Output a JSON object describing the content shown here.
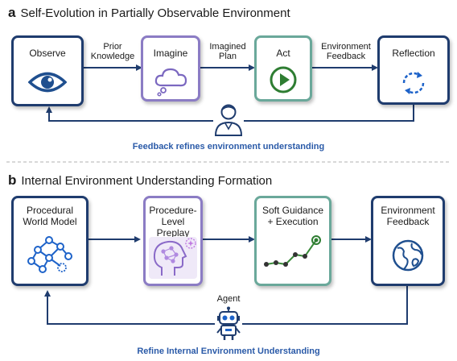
{
  "section_a": {
    "letter": "a",
    "title": "Self-Evolution in Partially Observable Environment",
    "boxes": {
      "observe": "Observe",
      "imagine": "Imagine",
      "act": "Act",
      "reflection": "Reflection"
    },
    "arrow_labels": {
      "prior_line1": "Prior",
      "prior_line2": "Knowledge",
      "imagined_line1": "Imagined",
      "imagined_line2": "Plan",
      "env_line1": "Environment",
      "env_line2": "Feedback"
    },
    "caption": "Feedback refines environment understanding"
  },
  "section_b": {
    "letter": "b",
    "title": "Internal Environment Understanding Formation",
    "boxes": {
      "procedural_line1": "Procedural",
      "procedural_line2": "World Model",
      "preplay_line1": "Procedure-",
      "preplay_line2": "Level Preplay",
      "soft_line1": "Soft Guidance",
      "soft_line2": "+ Execution",
      "env_line1": "Environment",
      "env_line2": "Feedback"
    },
    "agent_label": "Agent",
    "caption": "Refine Internal Environment Understanding"
  },
  "colors": {
    "navy": "#1f3c6e",
    "purple": "#8b7cc4",
    "teal": "#6aa89a",
    "caption_blue": "#2a5aa8",
    "eye_blue": "#1f4f8f",
    "play_green": "#2e7d32",
    "cycle_blue": "#1e63c9"
  },
  "icons": [
    "eye-icon",
    "cloud-icon",
    "play-icon",
    "cycle-icon",
    "user-icon",
    "network-icon",
    "head-brain-icon",
    "line-chart-icon",
    "globe-icon",
    "robot-icon"
  ]
}
